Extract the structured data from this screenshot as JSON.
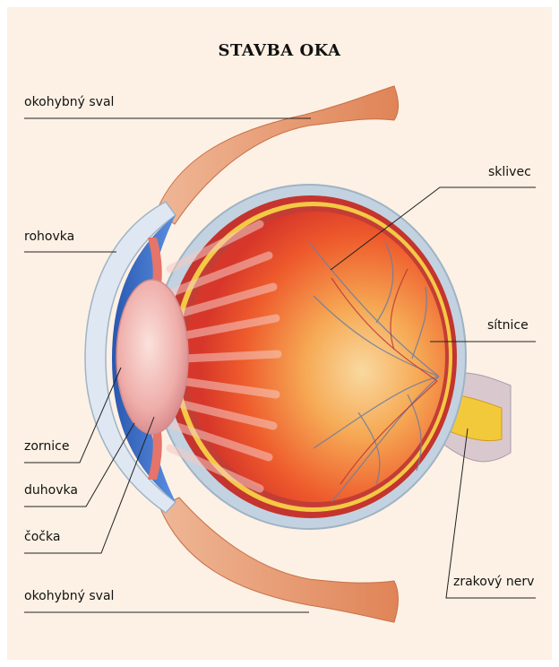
{
  "title": "STAVBA OKA",
  "labels": {
    "muscle_top": "okohybný sval",
    "cornea": "rohovka",
    "pupil": "zornice",
    "iris": "duhovka",
    "lens": "čočka",
    "muscle_bottom": "okohybný sval",
    "vitreous": "sklivec",
    "retina": "sítnice",
    "optic_nerve": "zrakový nerv"
  },
  "colors": {
    "background": "#fcf1e4",
    "sclera": "#c3d2e0",
    "vitreous": "#f07a3c",
    "muscle": "#e79a70",
    "retina_layer": "#f4c945",
    "cornea": "#3a6cc0",
    "lens": "#f0b6b2",
    "vessel": "#6e7ea0"
  }
}
